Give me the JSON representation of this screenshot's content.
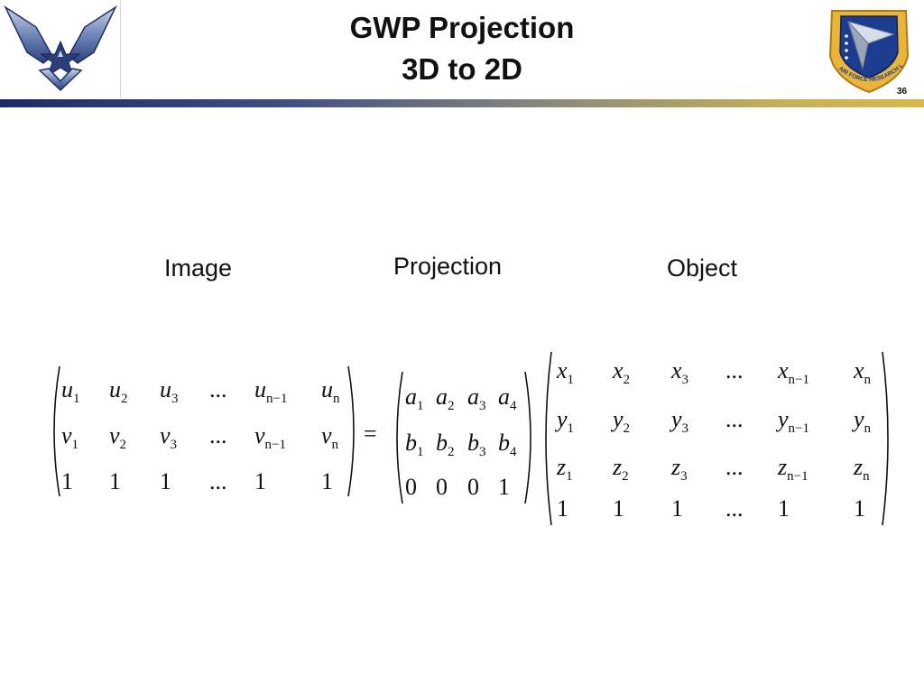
{
  "title": {
    "line1": "GWP Projection",
    "line2": "3D to 2D"
  },
  "slide_number": "36",
  "logos": {
    "right_text": "AIR FORCE RESEARCH LABORATORY"
  },
  "labels": {
    "image": "Image",
    "projection": "Projection",
    "object": "Object"
  },
  "equals": "=",
  "image_matrix": [
    [
      {
        "b": "u",
        "s": "1"
      },
      {
        "b": "u",
        "s": "2"
      },
      {
        "b": "u",
        "s": "3"
      },
      {
        "b": "...",
        "s": ""
      },
      {
        "b": "u",
        "s": "n−1"
      },
      {
        "b": "u",
        "s": "n"
      }
    ],
    [
      {
        "b": "v",
        "s": "1"
      },
      {
        "b": "v",
        "s": "2"
      },
      {
        "b": "v",
        "s": "3"
      },
      {
        "b": "...",
        "s": ""
      },
      {
        "b": "v",
        "s": "n−1"
      },
      {
        "b": "v",
        "s": "n"
      }
    ],
    [
      {
        "b": "1",
        "s": ""
      },
      {
        "b": "1",
        "s": ""
      },
      {
        "b": "1",
        "s": ""
      },
      {
        "b": "...",
        "s": ""
      },
      {
        "b": "1",
        "s": ""
      },
      {
        "b": "1",
        "s": ""
      }
    ]
  ],
  "projection_matrix": [
    [
      {
        "b": "a",
        "s": "1"
      },
      {
        "b": "a",
        "s": "2"
      },
      {
        "b": "a",
        "s": "3"
      },
      {
        "b": "a",
        "s": "4"
      }
    ],
    [
      {
        "b": "b",
        "s": "1"
      },
      {
        "b": "b",
        "s": "2"
      },
      {
        "b": "b",
        "s": "3"
      },
      {
        "b": "b",
        "s": "4"
      }
    ],
    [
      {
        "b": "0",
        "s": ""
      },
      {
        "b": "0",
        "s": ""
      },
      {
        "b": "0",
        "s": ""
      },
      {
        "b": "1",
        "s": ""
      }
    ]
  ],
  "object_matrix": [
    [
      {
        "b": "x",
        "s": "1"
      },
      {
        "b": "x",
        "s": "2"
      },
      {
        "b": "x",
        "s": "3"
      },
      {
        "b": "...",
        "s": ""
      },
      {
        "b": "x",
        "s": "n−1"
      },
      {
        "b": "x",
        "s": "n"
      }
    ],
    [
      {
        "b": "y",
        "s": "1"
      },
      {
        "b": "y",
        "s": "2"
      },
      {
        "b": "y",
        "s": "3"
      },
      {
        "b": "...",
        "s": ""
      },
      {
        "b": "y",
        "s": "n−1"
      },
      {
        "b": "y",
        "s": "n"
      }
    ],
    [
      {
        "b": "z",
        "s": "1"
      },
      {
        "b": "z",
        "s": "2"
      },
      {
        "b": "z",
        "s": "3"
      },
      {
        "b": "...",
        "s": ""
      },
      {
        "b": "z",
        "s": "n−1"
      },
      {
        "b": "z",
        "s": "n"
      }
    ],
    [
      {
        "b": "1",
        "s": ""
      },
      {
        "b": "1",
        "s": ""
      },
      {
        "b": "1",
        "s": ""
      },
      {
        "b": "...",
        "s": ""
      },
      {
        "b": "1",
        "s": ""
      },
      {
        "b": "1",
        "s": ""
      }
    ]
  ]
}
